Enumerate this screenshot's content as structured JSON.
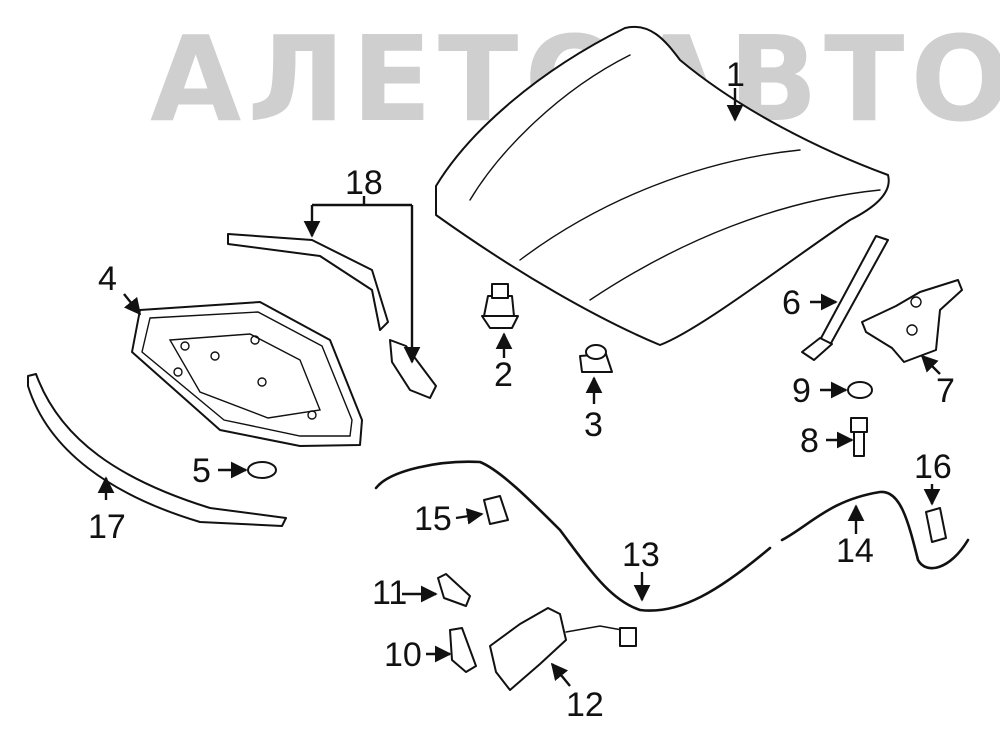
{
  "watermark": {
    "text": "АЛЕТОАВТО",
    "color": "#cfcfcf"
  },
  "callouts": {
    "n1": "1",
    "n2": "2",
    "n3": "3",
    "n4": "4",
    "n5": "5",
    "n6": "6",
    "n7": "7",
    "n8": "8",
    "n9": "9",
    "n10": "10",
    "n11": "11",
    "n12": "12",
    "n13": "13",
    "n14": "14",
    "n15": "15",
    "n16": "16",
    "n17": "17",
    "n18": "18"
  },
  "colors": {
    "line": "#111111",
    "background": "#ffffff"
  }
}
